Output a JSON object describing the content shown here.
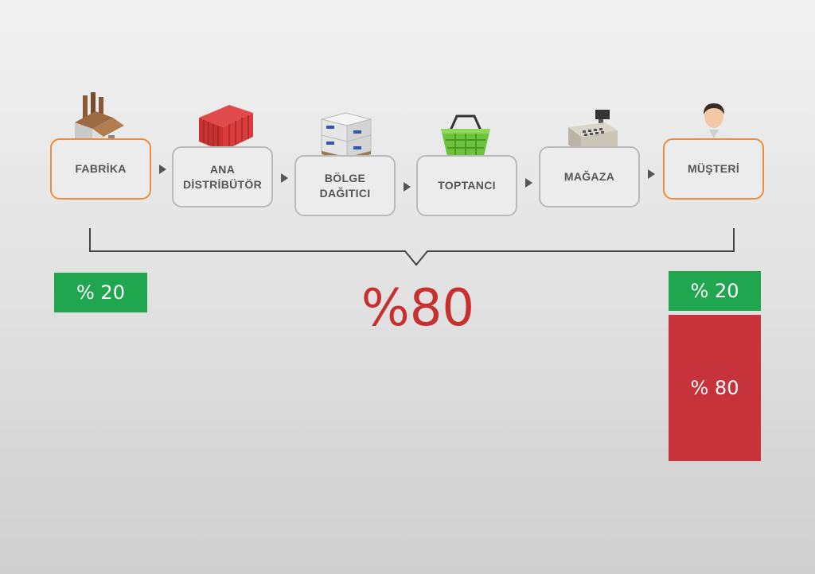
{
  "flow": {
    "steps": [
      {
        "label": "FABRİKA",
        "icon": "factory-icon"
      },
      {
        "label": "ANA\nDİSTRİBÜTÖR",
        "icon": "container-icon"
      },
      {
        "label": "BÖLGE\nDAĞITICI",
        "icon": "pallet-boxes-icon"
      },
      {
        "label": "TOPTANCI",
        "icon": "basket-icon"
      },
      {
        "label": "MAĞAZA",
        "icon": "cash-register-icon"
      },
      {
        "label": "MÜŞTERİ",
        "icon": "customer-icon"
      }
    ]
  },
  "summary": {
    "middle_percent": "%80",
    "left_badge": "% 20",
    "right_badge_top": "% 20",
    "right_badge_bottom": "% 80"
  },
  "colors": {
    "accent_border": "#f08b3a",
    "green": "#1fa64e",
    "red": "#c7333a"
  }
}
